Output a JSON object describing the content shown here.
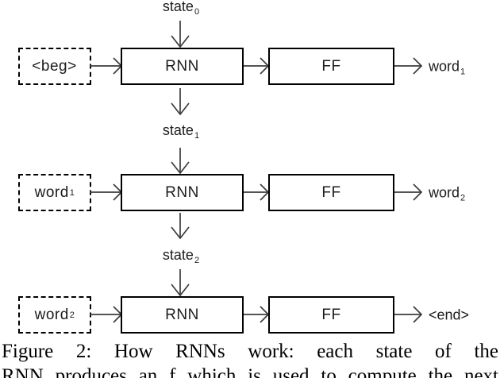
{
  "figure": {
    "rows": [
      {
        "state": {
          "base": "state",
          "sub": "0"
        },
        "input": {
          "base": "<beg>",
          "sub": ""
        },
        "rnn": "RNN",
        "ff": "FF",
        "output": {
          "base": "word",
          "sub": "1"
        }
      },
      {
        "state": {
          "base": "state",
          "sub": "1"
        },
        "input": {
          "base": "word",
          "sub": "1"
        },
        "rnn": "RNN",
        "ff": "FF",
        "output": {
          "base": "word",
          "sub": "2"
        }
      },
      {
        "state": {
          "base": "state",
          "sub": "2"
        },
        "input": {
          "base": "word",
          "sub": "2"
        },
        "rnn": "RNN",
        "ff": "FF",
        "output": {
          "base": "<end>",
          "sub": ""
        }
      }
    ],
    "caption": {
      "line1": "Figure 2: How RNNs work: each state of the",
      "line2": "RNN produces an f which is used to compute the next"
    },
    "colors": {
      "ink": "#000000",
      "arrow_stroke": "#3c3c3c",
      "background": "#ffffff"
    }
  }
}
